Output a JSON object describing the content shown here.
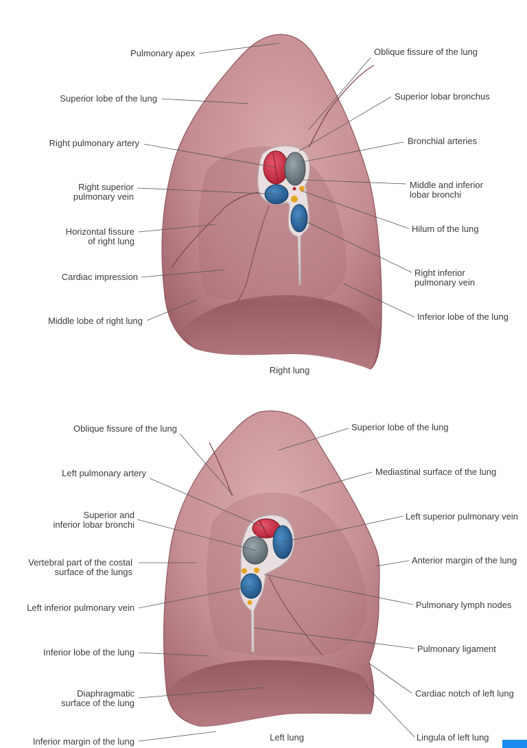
{
  "colors": {
    "lung_tissue": "#c68f93",
    "lung_shadow": "#9b6167",
    "lung_highlight": "#dcb0b2",
    "artery": "#cc2a3e",
    "vein": "#2d6aa0",
    "bronchus": "#78858b",
    "lymph_node": "#e5a421",
    "leader_line": "#555555",
    "corner_badge": "#1a8cf0"
  },
  "right_lung": {
    "caption": "Right lung",
    "labels": {
      "pulmonary_apex": "Pulmonary apex",
      "superior_lobe": "Superior lobe of the lung",
      "right_pulmonary_artery": "Right pulmonary artery",
      "right_superior_pulmonary_vein": [
        "Right superior",
        "pulmonary vein"
      ],
      "horizontal_fissure": [
        "Horizontal fissure",
        "of right lung"
      ],
      "cardiac_impression": "Cardiac impression",
      "middle_lobe": "Middle lobe of right lung",
      "oblique_fissure": "Oblique fissure of the lung",
      "superior_lobar_bronchus": "Superior lobar bronchus",
      "bronchial_arteries": "Bronchial arteries",
      "middle_inferior_lobar_bronchi": [
        "Middle and inferior",
        "lobar bronchi"
      ],
      "hilum": "Hilum of the lung",
      "right_inferior_pulmonary_vein": [
        "Right inferior",
        "pulmonary vein"
      ],
      "inferior_lobe": "Inferior lobe of the lung"
    }
  },
  "left_lung": {
    "caption": "Left lung",
    "labels": {
      "oblique_fissure": "Oblique fissure of the lung",
      "left_pulmonary_artery": "Left pulmonary artery",
      "superior_inferior_lobar_bronchi": [
        "Superior and",
        "inferior lobar bronchi"
      ],
      "vertebral_part": [
        "Vertebral part of the costal",
        "surface of the lungs"
      ],
      "left_inferior_pulmonary_vein": "Left inferior pulmonary vein",
      "inferior_lobe": "Inferior lobe of the lung",
      "diaphragmatic_surface": [
        "Diaphragmatic",
        "surface of the lung"
      ],
      "inferior_margin": "Inferior margin of the lung",
      "superior_lobe": "Superior lobe of the lung",
      "mediastinal_surface": "Mediastinal surface of the lung",
      "left_superior_pulmonary_vein": "Left superior pulmonary vein",
      "anterior_margin": "Anterior margin of the lung",
      "pulmonary_lymph_nodes": "Pulmonary lymph nodes",
      "pulmonary_ligament": "Pulmonary ligament",
      "cardiac_notch": "Cardiac notch of left lung",
      "lingula": "Lingula of left lung"
    }
  }
}
